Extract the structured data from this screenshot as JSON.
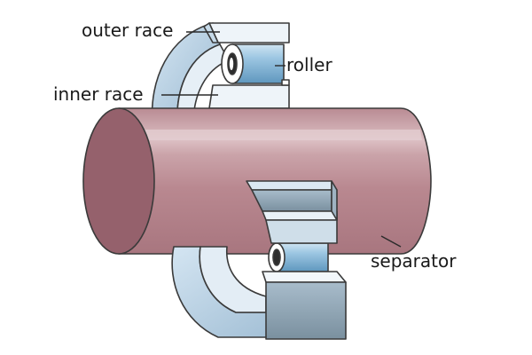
{
  "labels": {
    "outer_race": "outer race",
    "roller": "roller",
    "inner_race": "inner race",
    "separator": "separator"
  },
  "colors": {
    "shaft": "#b6858d",
    "shaft_end": "#93606b",
    "race_outer": "#bcd3e6",
    "race_inner": "#dfeaf3",
    "roller": "#7fb3d5",
    "separator": "#8a9fae"
  }
}
